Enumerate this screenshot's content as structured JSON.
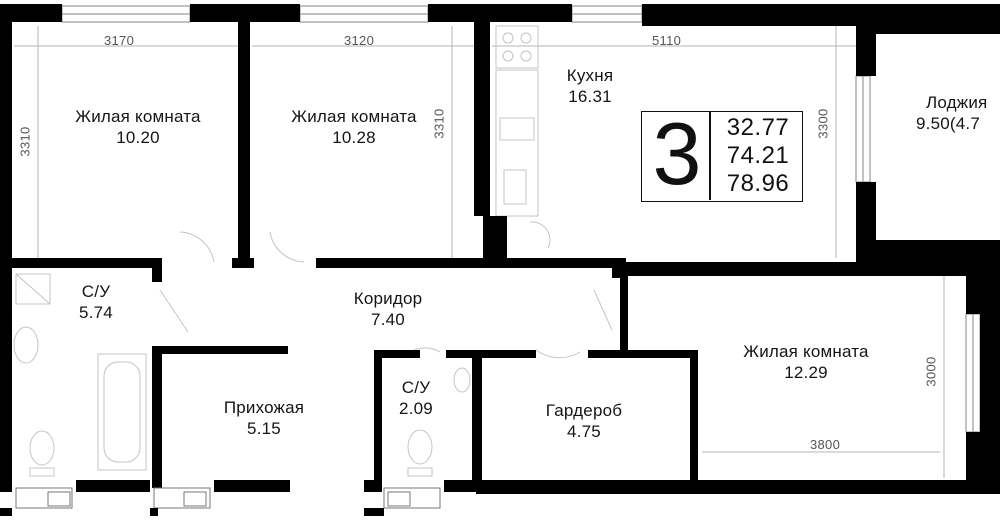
{
  "rooms": [
    {
      "id": "bedroom1",
      "name": "Жилая комната",
      "area": "10.20"
    },
    {
      "id": "bedroom2",
      "name": "Жилая комната",
      "area": "10.28"
    },
    {
      "id": "kitchen",
      "name": "Кухня",
      "area": "16.31"
    },
    {
      "id": "loggia",
      "name": "Лоджия",
      "area": "9.50(4.7"
    },
    {
      "id": "bathroom1",
      "name": "С/У",
      "area": "5.74"
    },
    {
      "id": "corridor",
      "name": "Коридор",
      "area": "7.40"
    },
    {
      "id": "bedroom3",
      "name": "Жилая комната",
      "area": "12.29"
    },
    {
      "id": "hallway",
      "name": "Прихожая",
      "area": "5.15"
    },
    {
      "id": "bathroom2",
      "name": "С/У",
      "area": "2.09"
    },
    {
      "id": "wardrobe",
      "name": "Гардероб",
      "area": "4.75"
    }
  ],
  "dimensions": {
    "bedroom1_width": "3170",
    "bedroom1_depth": "3310",
    "bedroom2_width": "3120",
    "bedroom2_depth": "3310",
    "kitchen_width": "5110",
    "kitchen_depth": "3300",
    "bedroom3_width": "3800",
    "bedroom3_depth": "3000"
  },
  "summary": {
    "rooms_count": "3",
    "living_area": "32.77",
    "total_area": "74.21",
    "total_with_loggia": "78.96"
  },
  "colors": {
    "wall": "#000000",
    "line": "#9a9a9a",
    "text": "#151515"
  }
}
